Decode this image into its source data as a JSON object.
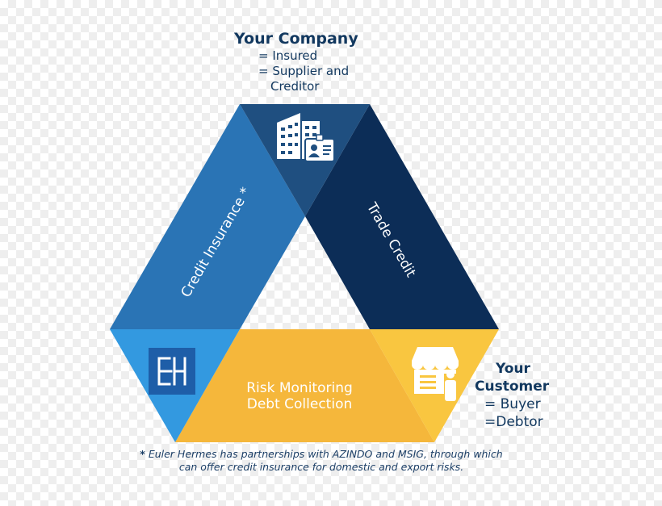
{
  "company": {
    "title": "Your Company",
    "lines": [
      "= Insured",
      "= Supplier and",
      "Creditor"
    ]
  },
  "customer": {
    "title_line1": "Your",
    "title_line2": "Customer",
    "lines": [
      "= Buyer",
      "=Debtor"
    ]
  },
  "sides": {
    "left": "Credit Insurance *",
    "right": "Trade Credit",
    "bottom_line1": "Risk Monitoring",
    "bottom_line2": "Debt Collection"
  },
  "logo": {
    "text": "EH"
  },
  "footnote": {
    "star": "*",
    "line1": "Euler Hermes has partnerships with AZINDO and MSIG, through which",
    "line2": "can offer credit insurance for domestic and export risks."
  },
  "colors": {
    "left_band": "#2a74b5",
    "right_band": "#0c2d57",
    "top_corner": "#1f4f80",
    "bottom_band": "#f5b73b",
    "bottom_left_corner": "#3399e0",
    "bottom_right_corner": "#f9c640",
    "logo_box": "#1e5ea8",
    "text_dark": "#12385f"
  },
  "icons": {
    "top": "office-building-icon",
    "right": "storefront-icon",
    "left": "eh-logo"
  }
}
